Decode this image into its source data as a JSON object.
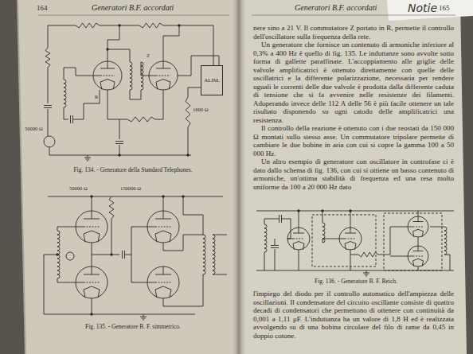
{
  "diagram": {
    "nodes": [
      {
        "text": [
          "ALIM."
        ]
      }
    ],
    "labels": [
      "164",
      "Generatori B.F. accordati",
      "Fig. 134. - Generatore della Standard Telephones.",
      "Fig. 135. - Generatore B. F. simmetrico.",
      "Generatori B.F. accordati",
      "165",
      "nere sino a 21 V. Il commutatore Z portato in R, permette il controllo dell'oscillatore sulla frequenza della rete.",
      "Un generatore che fornisce un contenuto di armoniche inferiore al 0,3% a 400 Hz è quello di fig. 135. Le induttanze sono avvolte sotto forma di gallette paraffinate. L'accoppiamento alle griglie delle valvole amplificatrici è ottenuto direttamente con quelle delle oscillatrici e la differente polarizzazione, necessaria per rendere uguali le correnti delle due valvole è prodotta dalla differente caduta di tensione che si fa avvenire nelle resistenze dei filamenti. Adoperando invece delle 112 A delle 56 è più facile ottenere un tale risultato disponendo su ogni catodo delle amplificatrici una resistenza.",
      "Il controllo della reazione è ottenuto con i due reostati da 150 000 Ω montati sullo stesso asse. Un commutatore tripolare permette di cambiare le due bobine in aria con cui si copre la gamma 100 a 50 000 Hz.",
      "Un altro esempio di generatore con oscillatore in controfase ci è dato dallo schema di fig. 136, con cui si ottiene un basso contenuto di armoniche, un'ottima stabilità di frequenza ed una resa molto uniforme da 100 a 20 000 Hz dato",
      "Fig. 136. - Generatore B. F. Reich.",
      "l'impiego del diodo per il controllo automatico dell'ampiezza delle oscillazioni. Il condensatore del circuito oscillante consiste di quattro decadi di condensatori che permettono di ottenere con continuità da 0,001 a 1,11 μF. L'induttanza ha un valore di 1,8 H ed è realizzata avvolgendo su di una bobina circolare del filo di rame da 0,45 in doppio cotone.",
      "Notie",
      "1600 Ω",
      "50000 Ω",
      "R",
      "Z",
      "50000 Ω",
      "150000 Ω"
    ]
  }
}
